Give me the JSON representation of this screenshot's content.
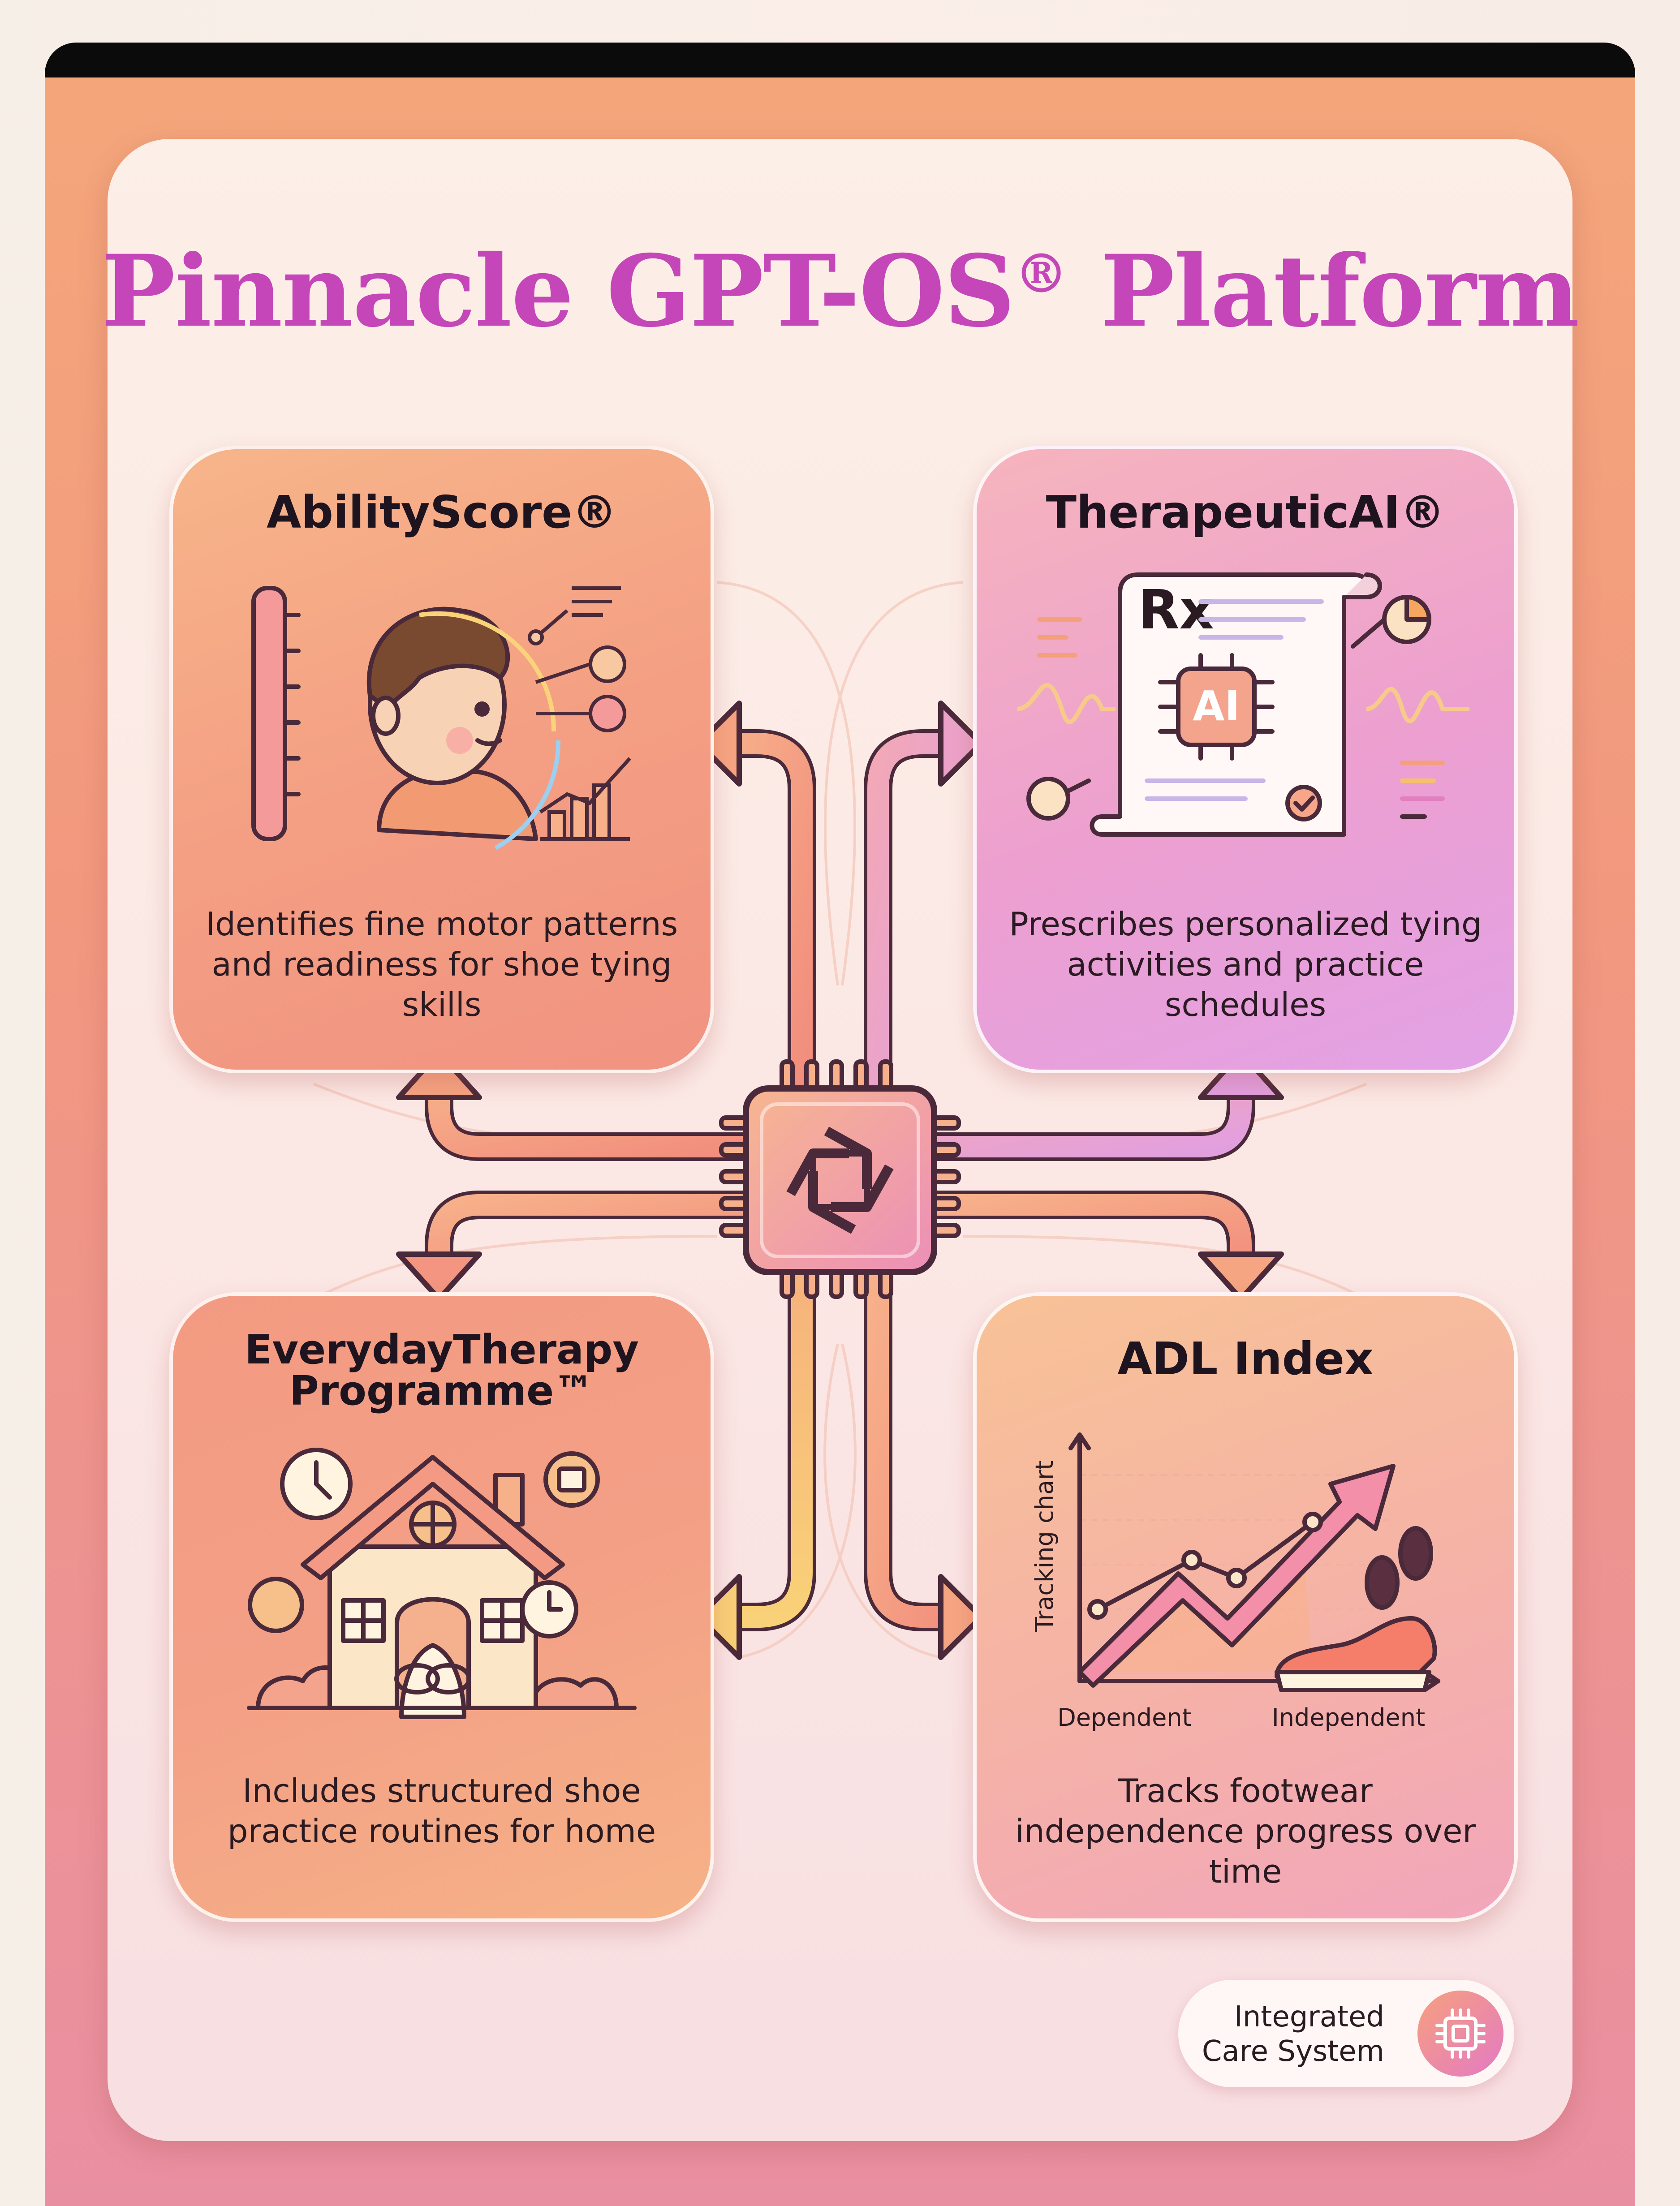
{
  "title": "Pinnacle GPT-OS",
  "title_mark": "®",
  "title_suffix": "Platform",
  "colors": {
    "title": "#c446b9",
    "orange_card": "#f49f83",
    "pink_card": "#ec9fd0",
    "connector_orange": "#f49c7a",
    "connector_pink": "#e6a0dc",
    "connector_yellow": "#f8cf78",
    "outline": "#4a2a3a"
  },
  "hub": {
    "icon": "ai-chip-icon"
  },
  "cards": [
    {
      "title": "AbilityScore®",
      "description": "Identifies fine motor patterns and readiness for shoe tying skills",
      "illustration": "child-assessment-icon"
    },
    {
      "title": "TherapeuticAI®",
      "description": "Prescribes personalized tying activities and practice schedules",
      "illustration": "ai-prescription-icon",
      "labels": {
        "rx": "Rx",
        "ai": "AI"
      }
    },
    {
      "title_line1": "EverydayTherapy",
      "title_line2": "Programme™",
      "description": "Includes structured shoe practice routines for home",
      "illustration": "home-practice-icon"
    },
    {
      "title": "ADL Index",
      "description": "Tracks footwear independence progress over time",
      "illustration": "progress-chart-icon",
      "chart": {
        "y_label": "Tracking chart",
        "x_start_label": "Dependent",
        "x_end_label": "Independent"
      }
    }
  ],
  "badge": {
    "line1": "Integrated",
    "line2": "Care System",
    "icon": "chip-icon"
  }
}
